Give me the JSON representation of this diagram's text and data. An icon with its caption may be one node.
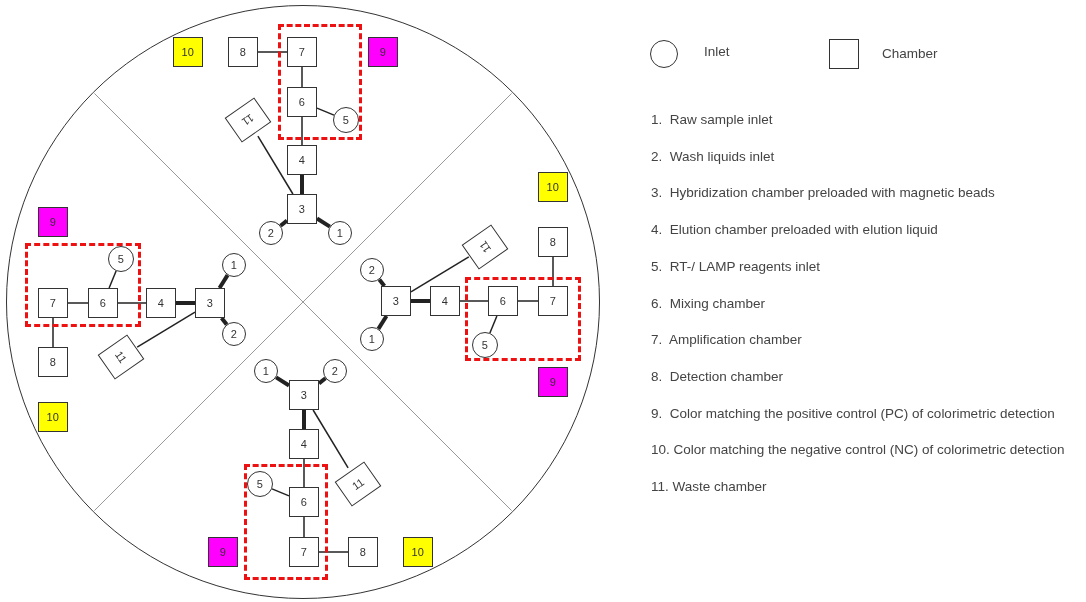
{
  "diagram": {
    "nodes": [
      {
        "text": [],
        "shape": "circle"
      },
      {
        "text": [],
        "shape": "box",
        "in": 0
      },
      {
        "text": [
          "1"
        ],
        "in": 0
      },
      {
        "text": [
          "2"
        ],
        "in": 0
      },
      {
        "text": [
          "3"
        ],
        "in": 0
      },
      {
        "text": [
          "4"
        ],
        "in": 0
      },
      {
        "text": [
          "5"
        ],
        "in": 1
      },
      {
        "text": [
          "6"
        ],
        "in": 1
      },
      {
        "text": [
          "7"
        ],
        "in": 1
      },
      {
        "text": [
          "8"
        ],
        "in": 0
      },
      {
        "text": [
          "9"
        ],
        "in": 0
      },
      {
        "text": [
          "10"
        ],
        "in": 0
      },
      {
        "text": [
          "11"
        ],
        "in": 0
      },
      {
        "text": [],
        "shape": "box",
        "in": 0
      },
      {
        "text": [
          "1"
        ],
        "in": 0
      },
      {
        "text": [
          "2"
        ],
        "in": 0
      },
      {
        "text": [
          "3"
        ],
        "in": 0
      },
      {
        "text": [
          "4"
        ],
        "in": 0
      },
      {
        "text": [
          "5"
        ],
        "in": 13
      },
      {
        "text": [
          "6"
        ],
        "in": 13
      },
      {
        "text": [
          "7"
        ],
        "in": 13
      },
      {
        "text": [
          "8"
        ],
        "in": 0
      },
      {
        "text": [
          "9"
        ],
        "in": 0
      },
      {
        "text": [
          "10"
        ],
        "in": 0
      },
      {
        "text": [
          "11"
        ],
        "in": 0
      },
      {
        "text": [],
        "shape": "box",
        "in": 0
      },
      {
        "text": [
          "1"
        ],
        "in": 0
      },
      {
        "text": [
          "2"
        ],
        "in": 0
      },
      {
        "text": [
          "3"
        ],
        "in": 0
      },
      {
        "text": [
          "4"
        ],
        "in": 0
      },
      {
        "text": [
          "5"
        ],
        "in": 25
      },
      {
        "text": [
          "6"
        ],
        "in": 25
      },
      {
        "text": [
          "7"
        ],
        "in": 25
      },
      {
        "text": [
          "8"
        ],
        "in": 0
      },
      {
        "text": [
          "9"
        ],
        "in": 0
      },
      {
        "text": [
          "10"
        ],
        "in": 0
      },
      {
        "text": [
          "11"
        ],
        "in": 0
      },
      {
        "text": [],
        "shape": "box",
        "in": 0
      },
      {
        "text": [
          "1"
        ],
        "in": 0
      },
      {
        "text": [
          "2"
        ],
        "in": 0
      },
      {
        "text": [
          "3"
        ],
        "in": 0
      },
      {
        "text": [
          "4"
        ],
        "in": 0
      },
      {
        "text": [
          "5"
        ],
        "in": 37
      },
      {
        "text": [
          "6"
        ],
        "in": 37
      },
      {
        "text": [
          "7"
        ],
        "in": 37
      },
      {
        "text": [
          "8"
        ],
        "in": 0
      },
      {
        "text": [
          "9"
        ],
        "in": 0
      },
      {
        "text": [
          "10"
        ],
        "in": 0
      },
      {
        "text": [
          "11"
        ],
        "in": 0
      }
    ],
    "edges": [
      {
        "from": 2,
        "to": 4,
        "arrow": "none",
        "style": "thick"
      },
      {
        "from": 3,
        "to": 4,
        "arrow": "none",
        "style": "thick"
      },
      {
        "from": 4,
        "to": 5,
        "arrow": "none",
        "style": "thick"
      },
      {
        "from": 4,
        "to": 12,
        "arrow": "none"
      },
      {
        "from": 5,
        "to": 7,
        "arrow": "none"
      },
      {
        "from": 6,
        "to": 7,
        "arrow": "none"
      },
      {
        "from": 7,
        "to": 8,
        "arrow": "none"
      },
      {
        "from": 8,
        "to": 9,
        "arrow": "none"
      },
      {
        "from": 14,
        "to": 16,
        "arrow": "none",
        "style": "thick"
      },
      {
        "from": 15,
        "to": 16,
        "arrow": "none",
        "style": "thick"
      },
      {
        "from": 16,
        "to": 17,
        "arrow": "none",
        "style": "thick"
      },
      {
        "from": 16,
        "to": 24,
        "arrow": "none"
      },
      {
        "from": 17,
        "to": 19,
        "arrow": "none"
      },
      {
        "from": 18,
        "to": 19,
        "arrow": "none"
      },
      {
        "from": 19,
        "to": 20,
        "arrow": "none"
      },
      {
        "from": 20,
        "to": 21,
        "arrow": "none"
      },
      {
        "from": 26,
        "to": 28,
        "arrow": "none",
        "style": "thick"
      },
      {
        "from": 27,
        "to": 28,
        "arrow": "none",
        "style": "thick"
      },
      {
        "from": 28,
        "to": 29,
        "arrow": "none",
        "style": "thick"
      },
      {
        "from": 28,
        "to": 36,
        "arrow": "none"
      },
      {
        "from": 29,
        "to": 31,
        "arrow": "none"
      },
      {
        "from": 30,
        "to": 31,
        "arrow": "none"
      },
      {
        "from": 31,
        "to": 32,
        "arrow": "none"
      },
      {
        "from": 32,
        "to": 33,
        "arrow": "none"
      },
      {
        "from": 38,
        "to": 40,
        "arrow": "none",
        "style": "thick"
      },
      {
        "from": 39,
        "to": 40,
        "arrow": "none",
        "style": "thick"
      },
      {
        "from": 40,
        "to": 41,
        "arrow": "none",
        "style": "thick"
      },
      {
        "from": 40,
        "to": 48,
        "arrow": "none"
      },
      {
        "from": 41,
        "to": 43,
        "arrow": "none"
      },
      {
        "from": 42,
        "to": 43,
        "arrow": "none"
      },
      {
        "from": 43,
        "to": 44,
        "arrow": "none"
      },
      {
        "from": 44,
        "to": 45,
        "arrow": "none"
      }
    ],
    "labels": [
      "1.  Raw sample inlet",
      "2.  Wash liquids inlet",
      "3.  Hybridization chamber preloaded with magnetic beads",
      "4.  Elution chamber preloaded with elution liquid",
      "5.  RT-/ LAMP reagents inlet",
      "6.  Mixing chamber",
      "7.  Amplification chamber",
      "8.  Detection chamber",
      "9.  Color matching the positive control (PC) of colorimetric detection",
      "10. Color matching the negative control (NC) of colorimetric detection",
      "11. Waste chamber"
    ],
    "legend": [
      {
        "text": "Inlet"
      },
      {
        "text": "Chamber"
      }
    ]
  }
}
